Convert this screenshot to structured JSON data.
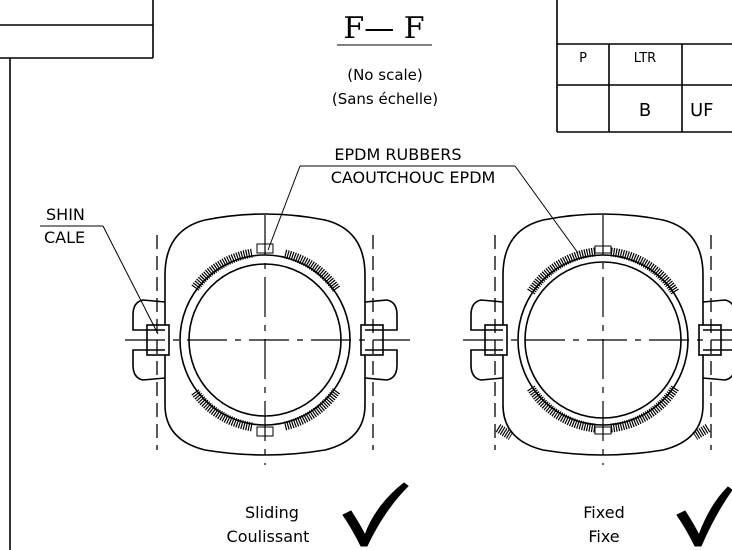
{
  "section": {
    "title": "F— F",
    "no_scale_en": "(No scale)",
    "no_scale_fr": "(Sans échelle)"
  },
  "table": {
    "headers": [
      "P",
      "LTR",
      ""
    ],
    "row": [
      "",
      "B",
      "UF"
    ]
  },
  "labels": {
    "rubbers_en": "EPDM  RUBBERS",
    "rubbers_fr": "CAOUTCHOUC  EPDM",
    "shim_en": "SHIN",
    "shim_fr": "CALE"
  },
  "views": [
    {
      "caption_en": "Sliding",
      "caption_fr": "Coulissant",
      "check": "checkmark-icon"
    },
    {
      "caption_en": "Fixed",
      "caption_fr": "Fixe",
      "check": "checkmark-icon"
    }
  ]
}
